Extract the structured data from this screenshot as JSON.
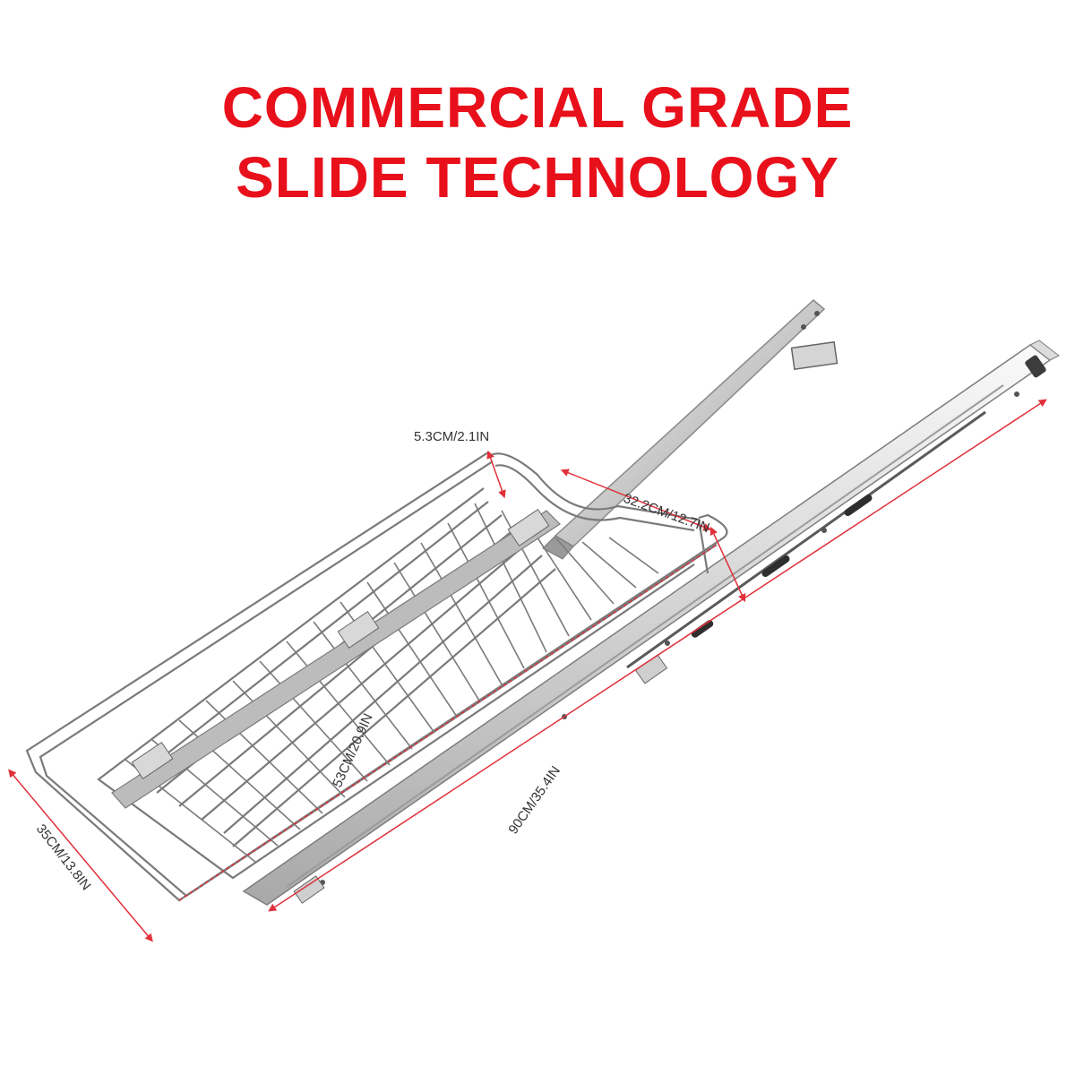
{
  "headline": {
    "line1": "COMMERCIAL GRADE",
    "line2": "SLIDE TECHNOLOGY"
  },
  "dimensions": {
    "basket_height": "5.3CM/2.1IN",
    "top_width": "32.2CM/12.7IN",
    "basket_length": "53CM/20.9IN",
    "overall_length": "90CM/35.4IN",
    "basket_width": "35CM/13.8IN"
  },
  "colors": {
    "headline": "#e8101b",
    "dimension_line": "#e0303a",
    "metal_light": "#e8e8e8",
    "metal_mid": "#bdbdbd",
    "metal_dark": "#6d6d6d",
    "wire": "#7a7a7a"
  }
}
